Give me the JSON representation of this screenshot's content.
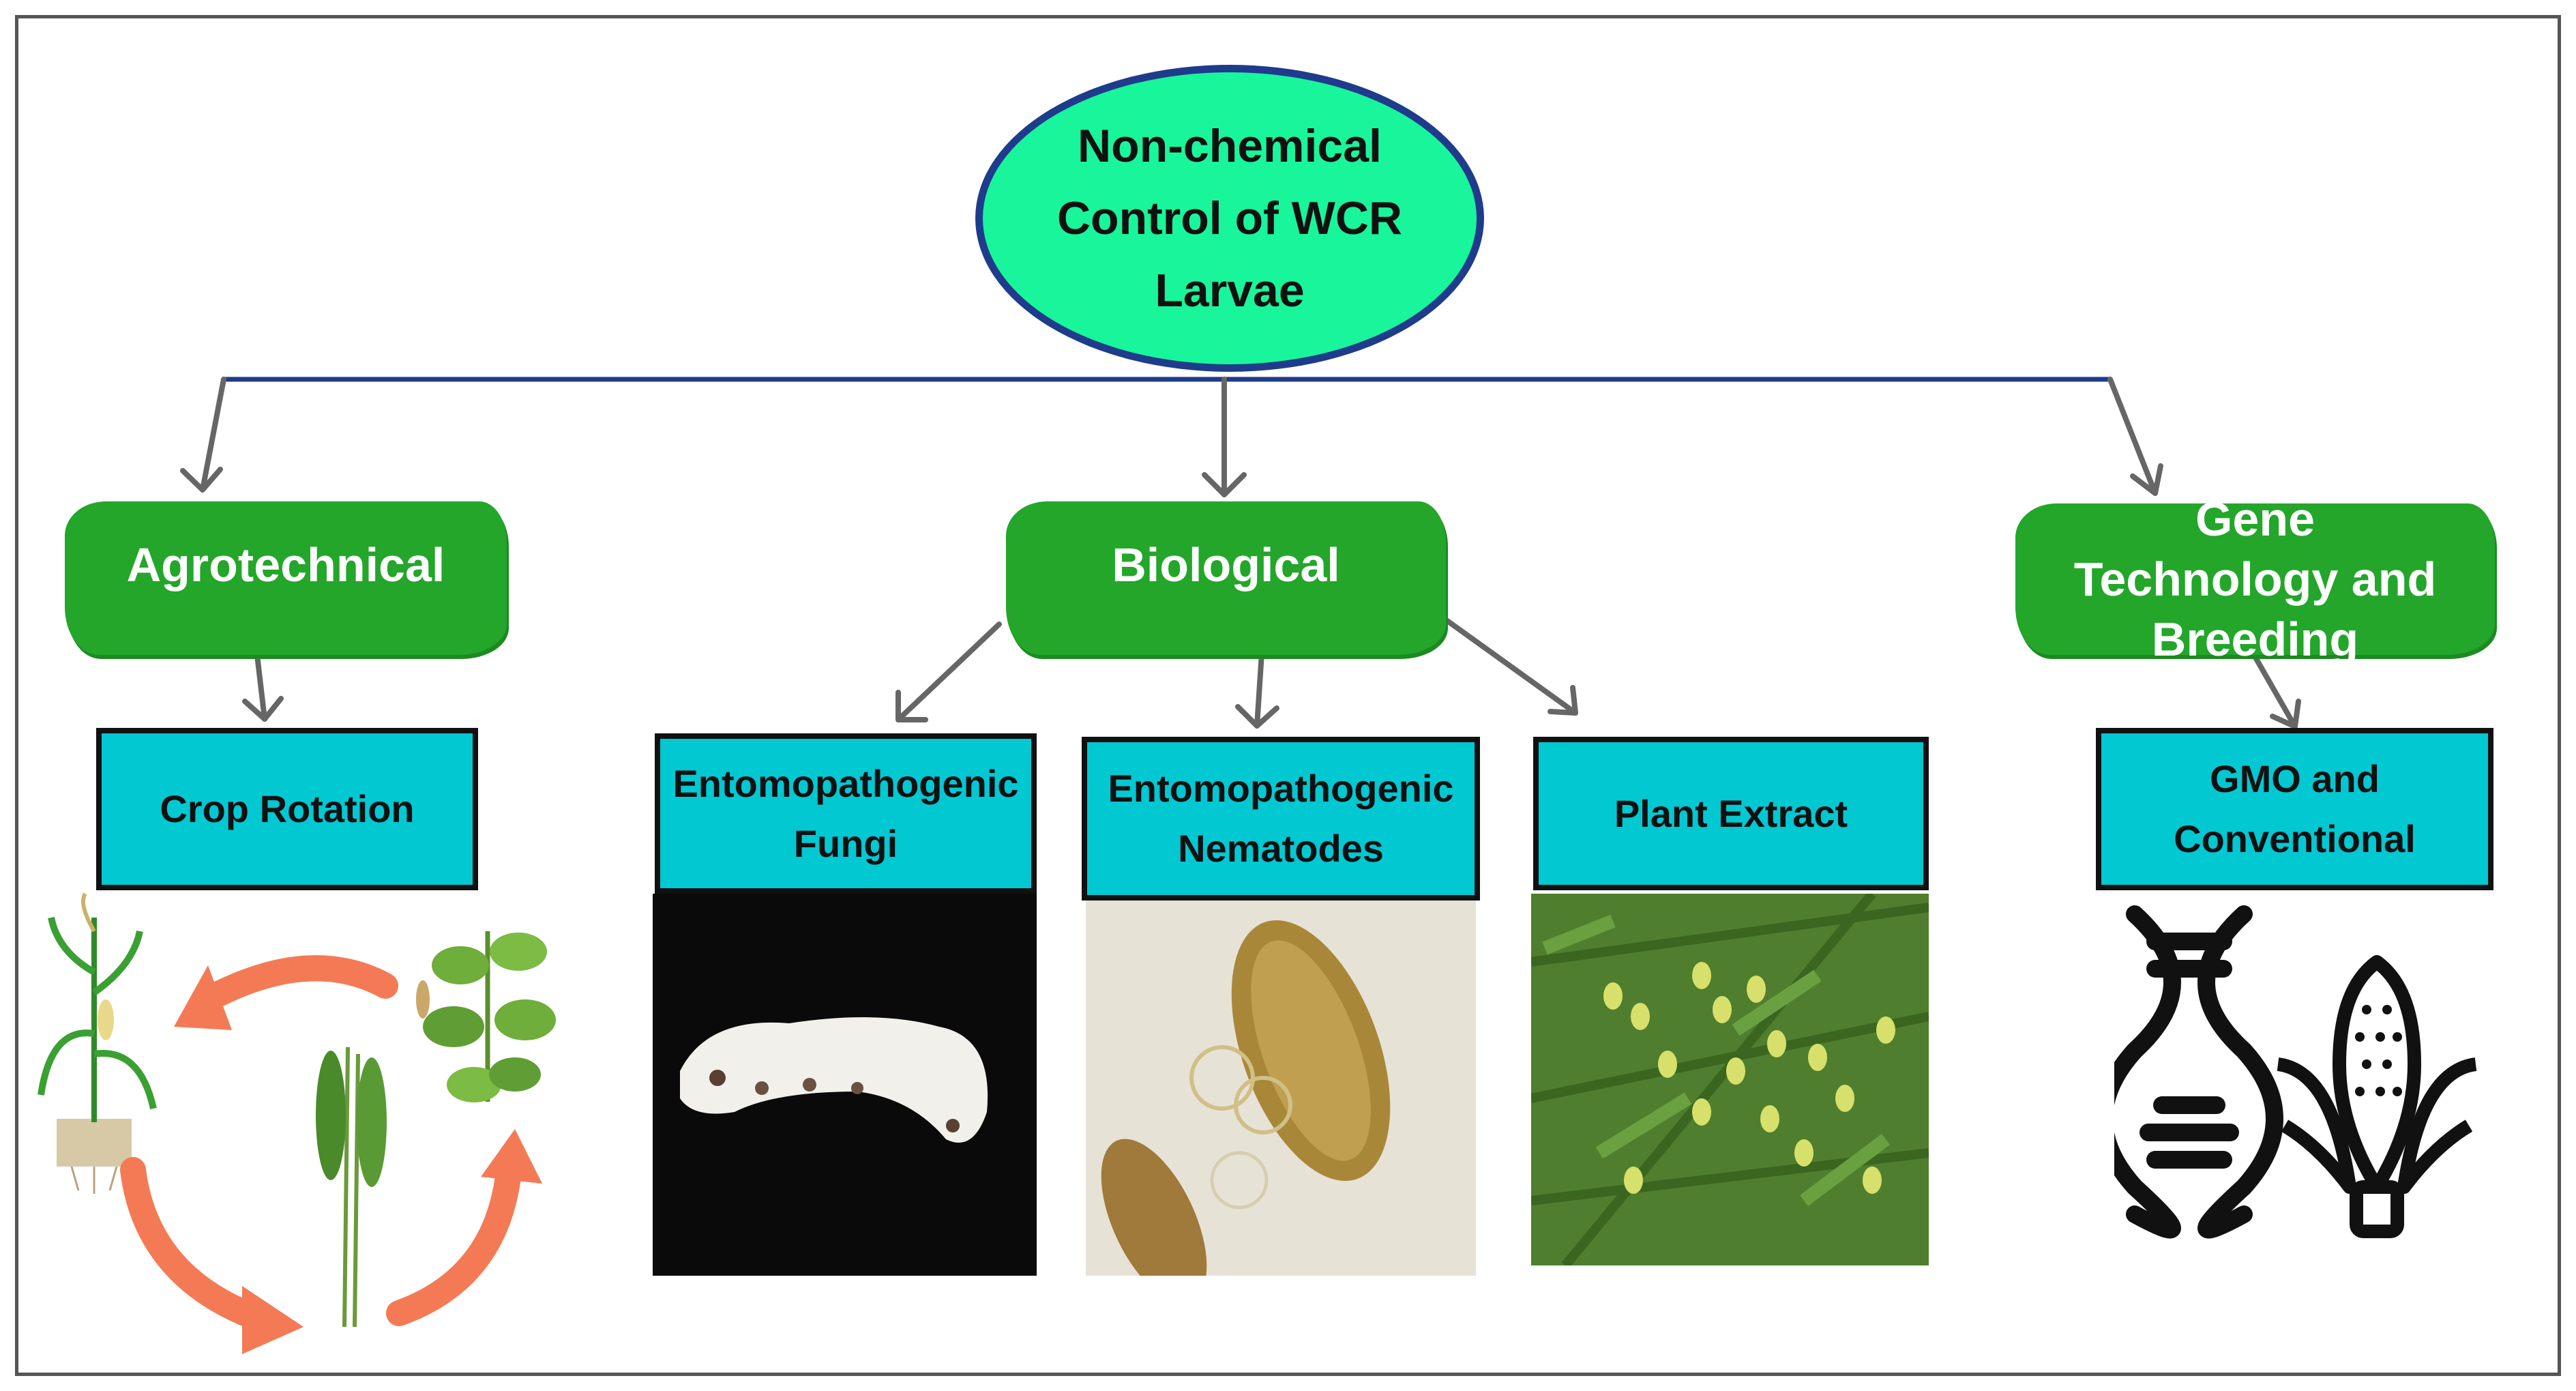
{
  "root": {
    "title": "Non-chemical Control of WCR Larvae"
  },
  "categories": {
    "agrotechnical": "Agrotechnical",
    "biological": "Biological",
    "gene_tech": "Gene Technology and Breeding"
  },
  "methods": {
    "crop_rotation": "Crop Rotation",
    "fungi": "Entomopathogenic Fungi",
    "nematodes": "Entomopathogenic Nematodes",
    "plant_extract": "Plant Extract",
    "gmo": "GMO and Conventional"
  },
  "colors": {
    "root_fill": "#19f59a",
    "root_border": "#1f3b8c",
    "category_fill": "#23a62a",
    "method_fill": "#02c8d2",
    "connector": "#1f3b8c",
    "arrow": "#666666",
    "rotation_arrow": "#f47a55"
  },
  "icons": [
    "corn-plant-icon",
    "soybean-plant-icon",
    "wheat-icon",
    "rotation-arrows-icon",
    "dna-icon",
    "corn-cob-icon"
  ]
}
